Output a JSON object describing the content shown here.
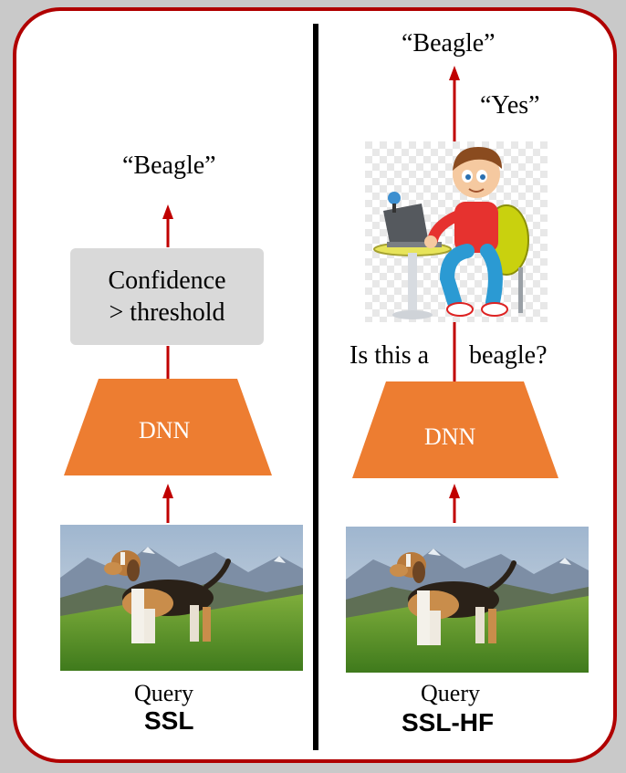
{
  "left_panel": {
    "output_label": "“Beagle”",
    "confidence_line1": "Confidence",
    "confidence_line2": "> threshold",
    "model_label": "DNN",
    "input_label": "Query",
    "title": "SSL"
  },
  "right_panel": {
    "output_label": "“Beagle”",
    "answer_label": "“Yes”",
    "question_part1": "Is this a",
    "question_part2": "beagle?",
    "model_label": "DNN",
    "input_label": "Query",
    "title": "SSL-HF"
  },
  "colors": {
    "frame_border": "#b00000",
    "arrow": "#c00000",
    "dnn_fill": "#ed7d31",
    "confidence_box": "#d9d9d9",
    "divider": "#000000"
  }
}
